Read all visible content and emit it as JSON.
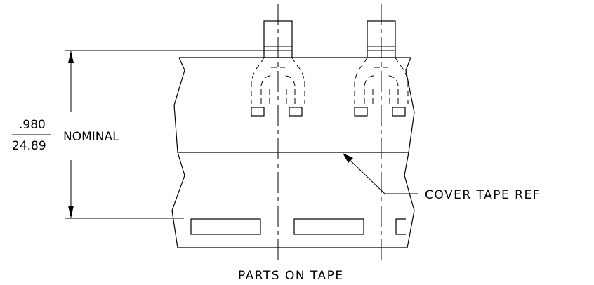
{
  "dimension": {
    "inch_value": ".980",
    "mm_value": "24.89",
    "qualifier": "NOMINAL"
  },
  "callouts": {
    "cover_tape": "COVER TAPE REF"
  },
  "caption": "PARTS ON TAPE"
}
